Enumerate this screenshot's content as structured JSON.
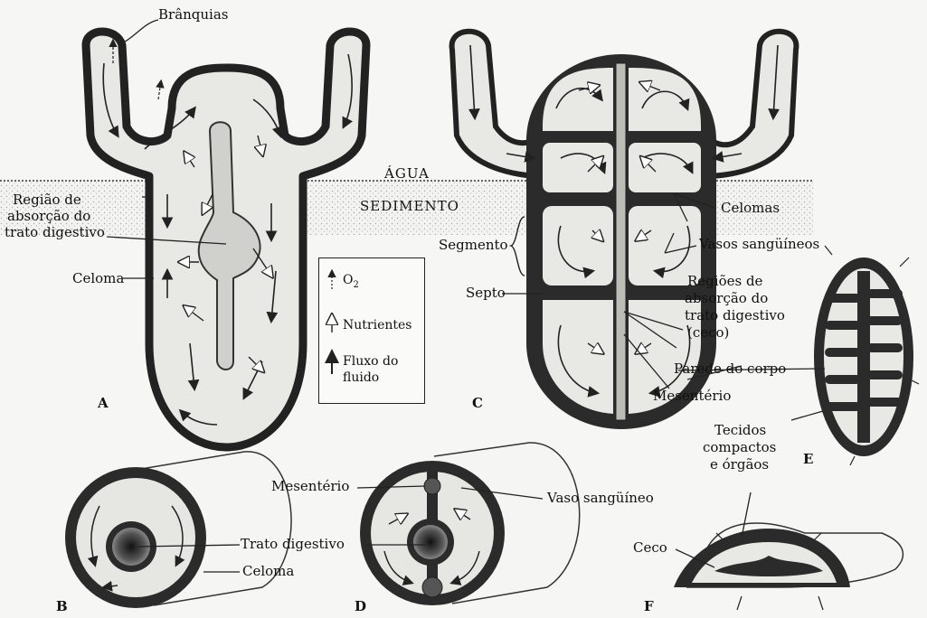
{
  "labels": {
    "branquias": "Brânquias",
    "regiao_absorcao": [
      "Região de",
      "absorção do",
      "trato digestivo"
    ],
    "celoma": "Celoma",
    "agua": "ÁGUA",
    "sedimento": "SEDIMENTO",
    "segmento": "Segmento",
    "septo": "Septo",
    "celomas": "Celomas",
    "vasos_sanguineos": "Vasos sangüíneos",
    "regioes_absorcao": [
      "Regiões de",
      "absorção do",
      "trato digestivo",
      "(ceco)"
    ],
    "parede_corpo": "Parede do corpo",
    "mesenterio_c": "Mesentério",
    "tecidos": [
      "Tecidos",
      "compactos",
      "e órgãos"
    ],
    "mesenterio_d": "Mesentério",
    "vaso_sanguineo": "Vaso sangüíneo",
    "trato_digestivo": "Trato digestivo",
    "celoma_bd": "Celoma",
    "ceco": "Ceco"
  },
  "panel_letters": {
    "a": "A",
    "b": "B",
    "c": "C",
    "d": "D",
    "e": "E",
    "f": "F"
  },
  "legend": {
    "o2": "O",
    "o2_sub": "2",
    "nutrientes": "Nutrientes",
    "fluxo": [
      "Fluxo do",
      "fluido"
    ]
  },
  "colors": {
    "ink": "#1a1a1a",
    "coelom_fill": "#e9e9e6",
    "wall": "#2a2a2a",
    "sediment": "#cfcfca"
  }
}
